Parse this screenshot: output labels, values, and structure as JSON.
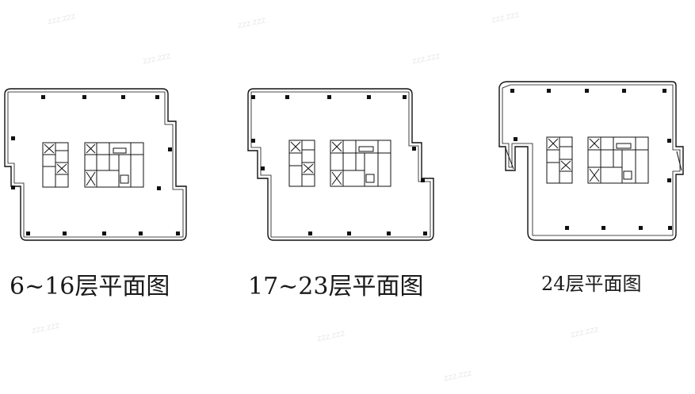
{
  "plans": [
    {
      "caption": "6~16层平面图"
    },
    {
      "caption": "17~23层平面图"
    },
    {
      "caption": "24层平面图"
    }
  ],
  "watermark": "ZZZ.ZZZ",
  "colors": {
    "line": "#111111",
    "text": "#1a1a1a",
    "background": "#ffffff"
  }
}
